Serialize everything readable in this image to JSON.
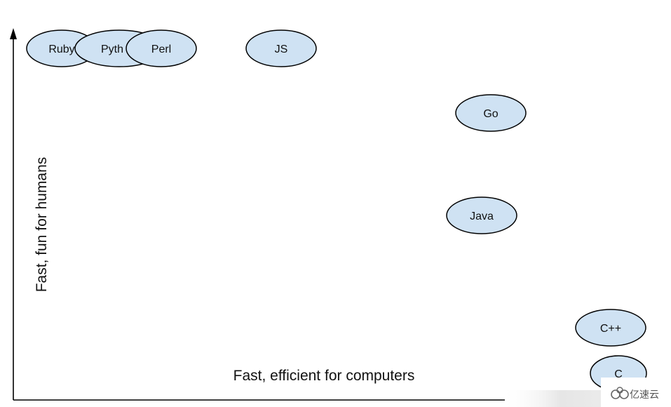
{
  "diagram": {
    "x_axis_label": "Fast, efficient for computers",
    "y_axis_label": "Fast, fun for humans",
    "languages": [
      {
        "id": "ruby",
        "label": "Ruby"
      },
      {
        "id": "python",
        "label": "Pyth"
      },
      {
        "id": "perl",
        "label": "Perl"
      },
      {
        "id": "js",
        "label": "JS"
      },
      {
        "id": "go",
        "label": "Go"
      },
      {
        "id": "java",
        "label": "Java"
      },
      {
        "id": "cpp",
        "label": "C++"
      },
      {
        "id": "c",
        "label": "C"
      }
    ]
  },
  "colors": {
    "bubble_fill": "#cfe2f3",
    "bubble_stroke": "#000000",
    "axis": "#000000"
  },
  "watermark": {
    "text": "亿速云",
    "icon": "cloud-logo-icon"
  }
}
